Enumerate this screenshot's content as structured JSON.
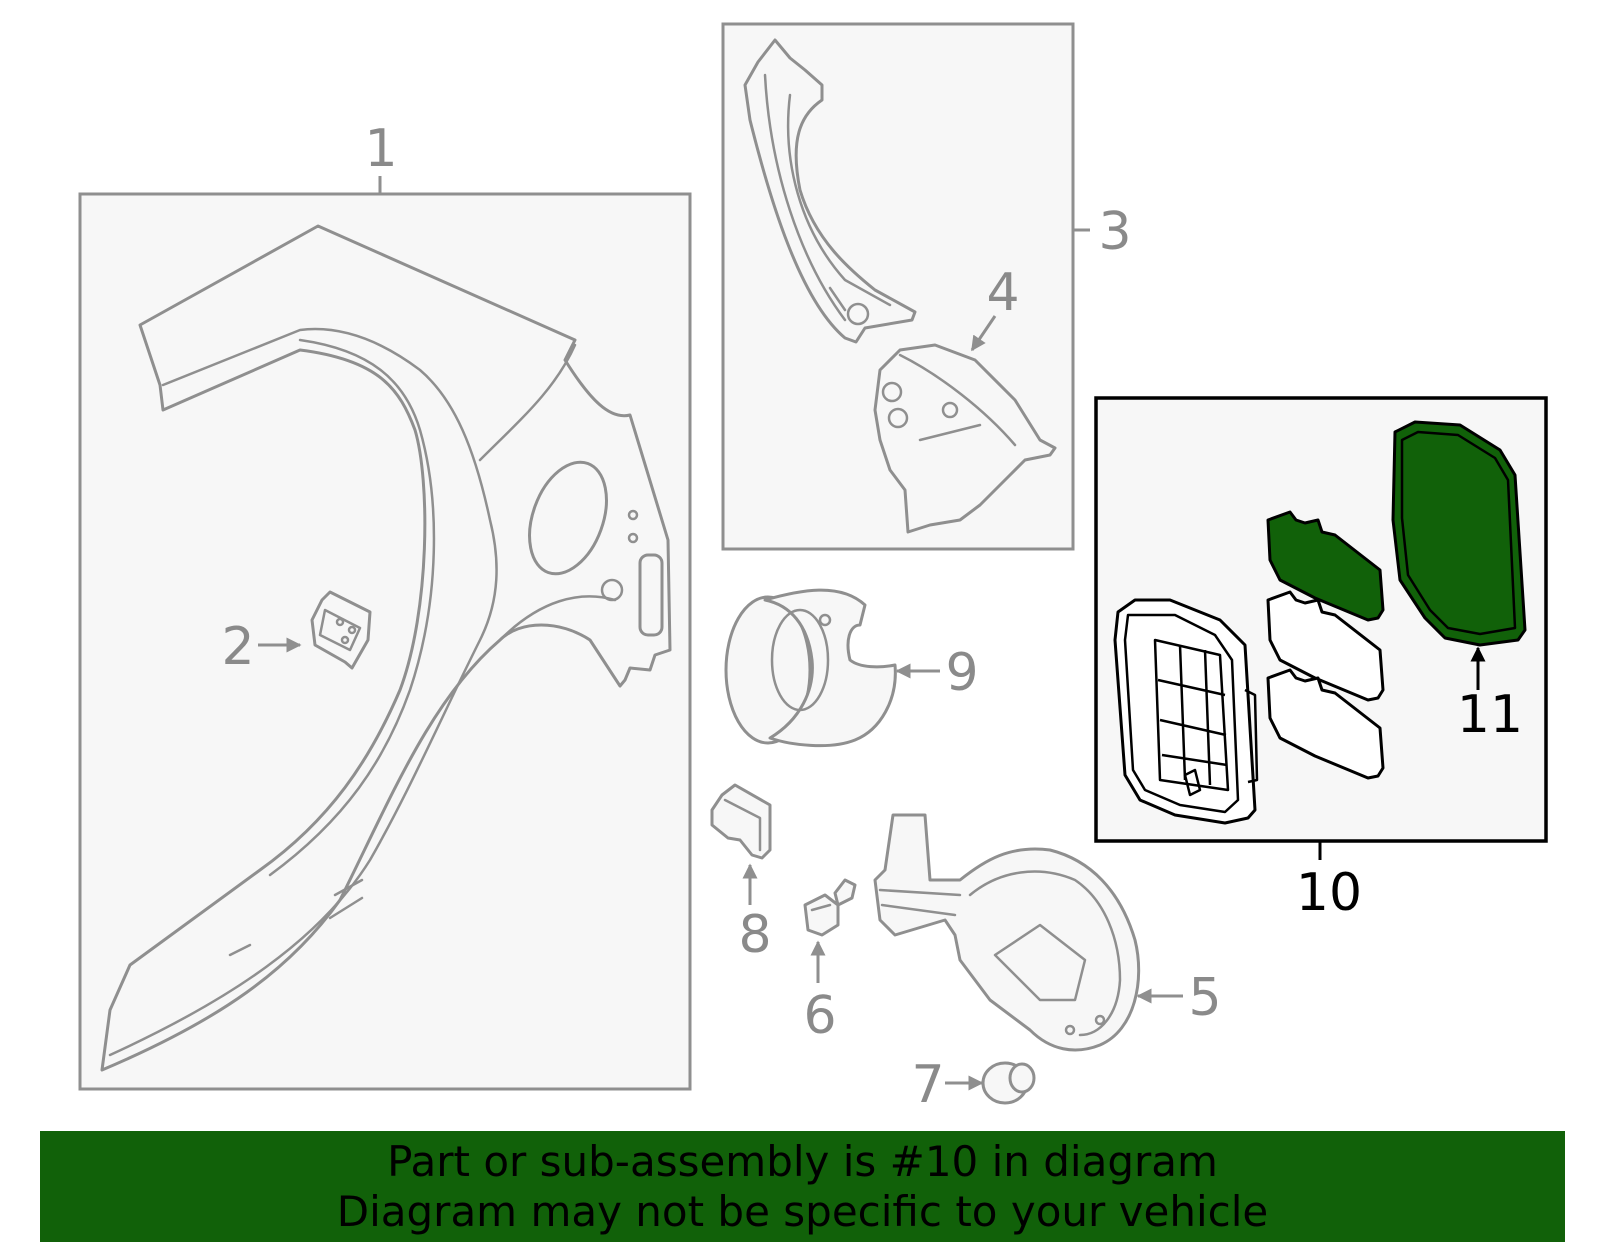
{
  "colors": {
    "highlight": "#116109",
    "box_border": "#8f8f8f",
    "banner": "#116109"
  },
  "callouts": [
    {
      "id": "1",
      "label": "1"
    },
    {
      "id": "2",
      "label": "2"
    },
    {
      "id": "3",
      "label": "3"
    },
    {
      "id": "4",
      "label": "4"
    },
    {
      "id": "5",
      "label": "5"
    },
    {
      "id": "6",
      "label": "6"
    },
    {
      "id": "7",
      "label": "7"
    },
    {
      "id": "8",
      "label": "8"
    },
    {
      "id": "9",
      "label": "9"
    },
    {
      "id": "10",
      "label": "10",
      "highlighted": true
    },
    {
      "id": "11",
      "label": "11",
      "highlighted": true
    }
  ],
  "banner": {
    "line1": "Part or sub-assembly is #10 in diagram",
    "line2": "Diagram may not be specific to your vehicle"
  }
}
